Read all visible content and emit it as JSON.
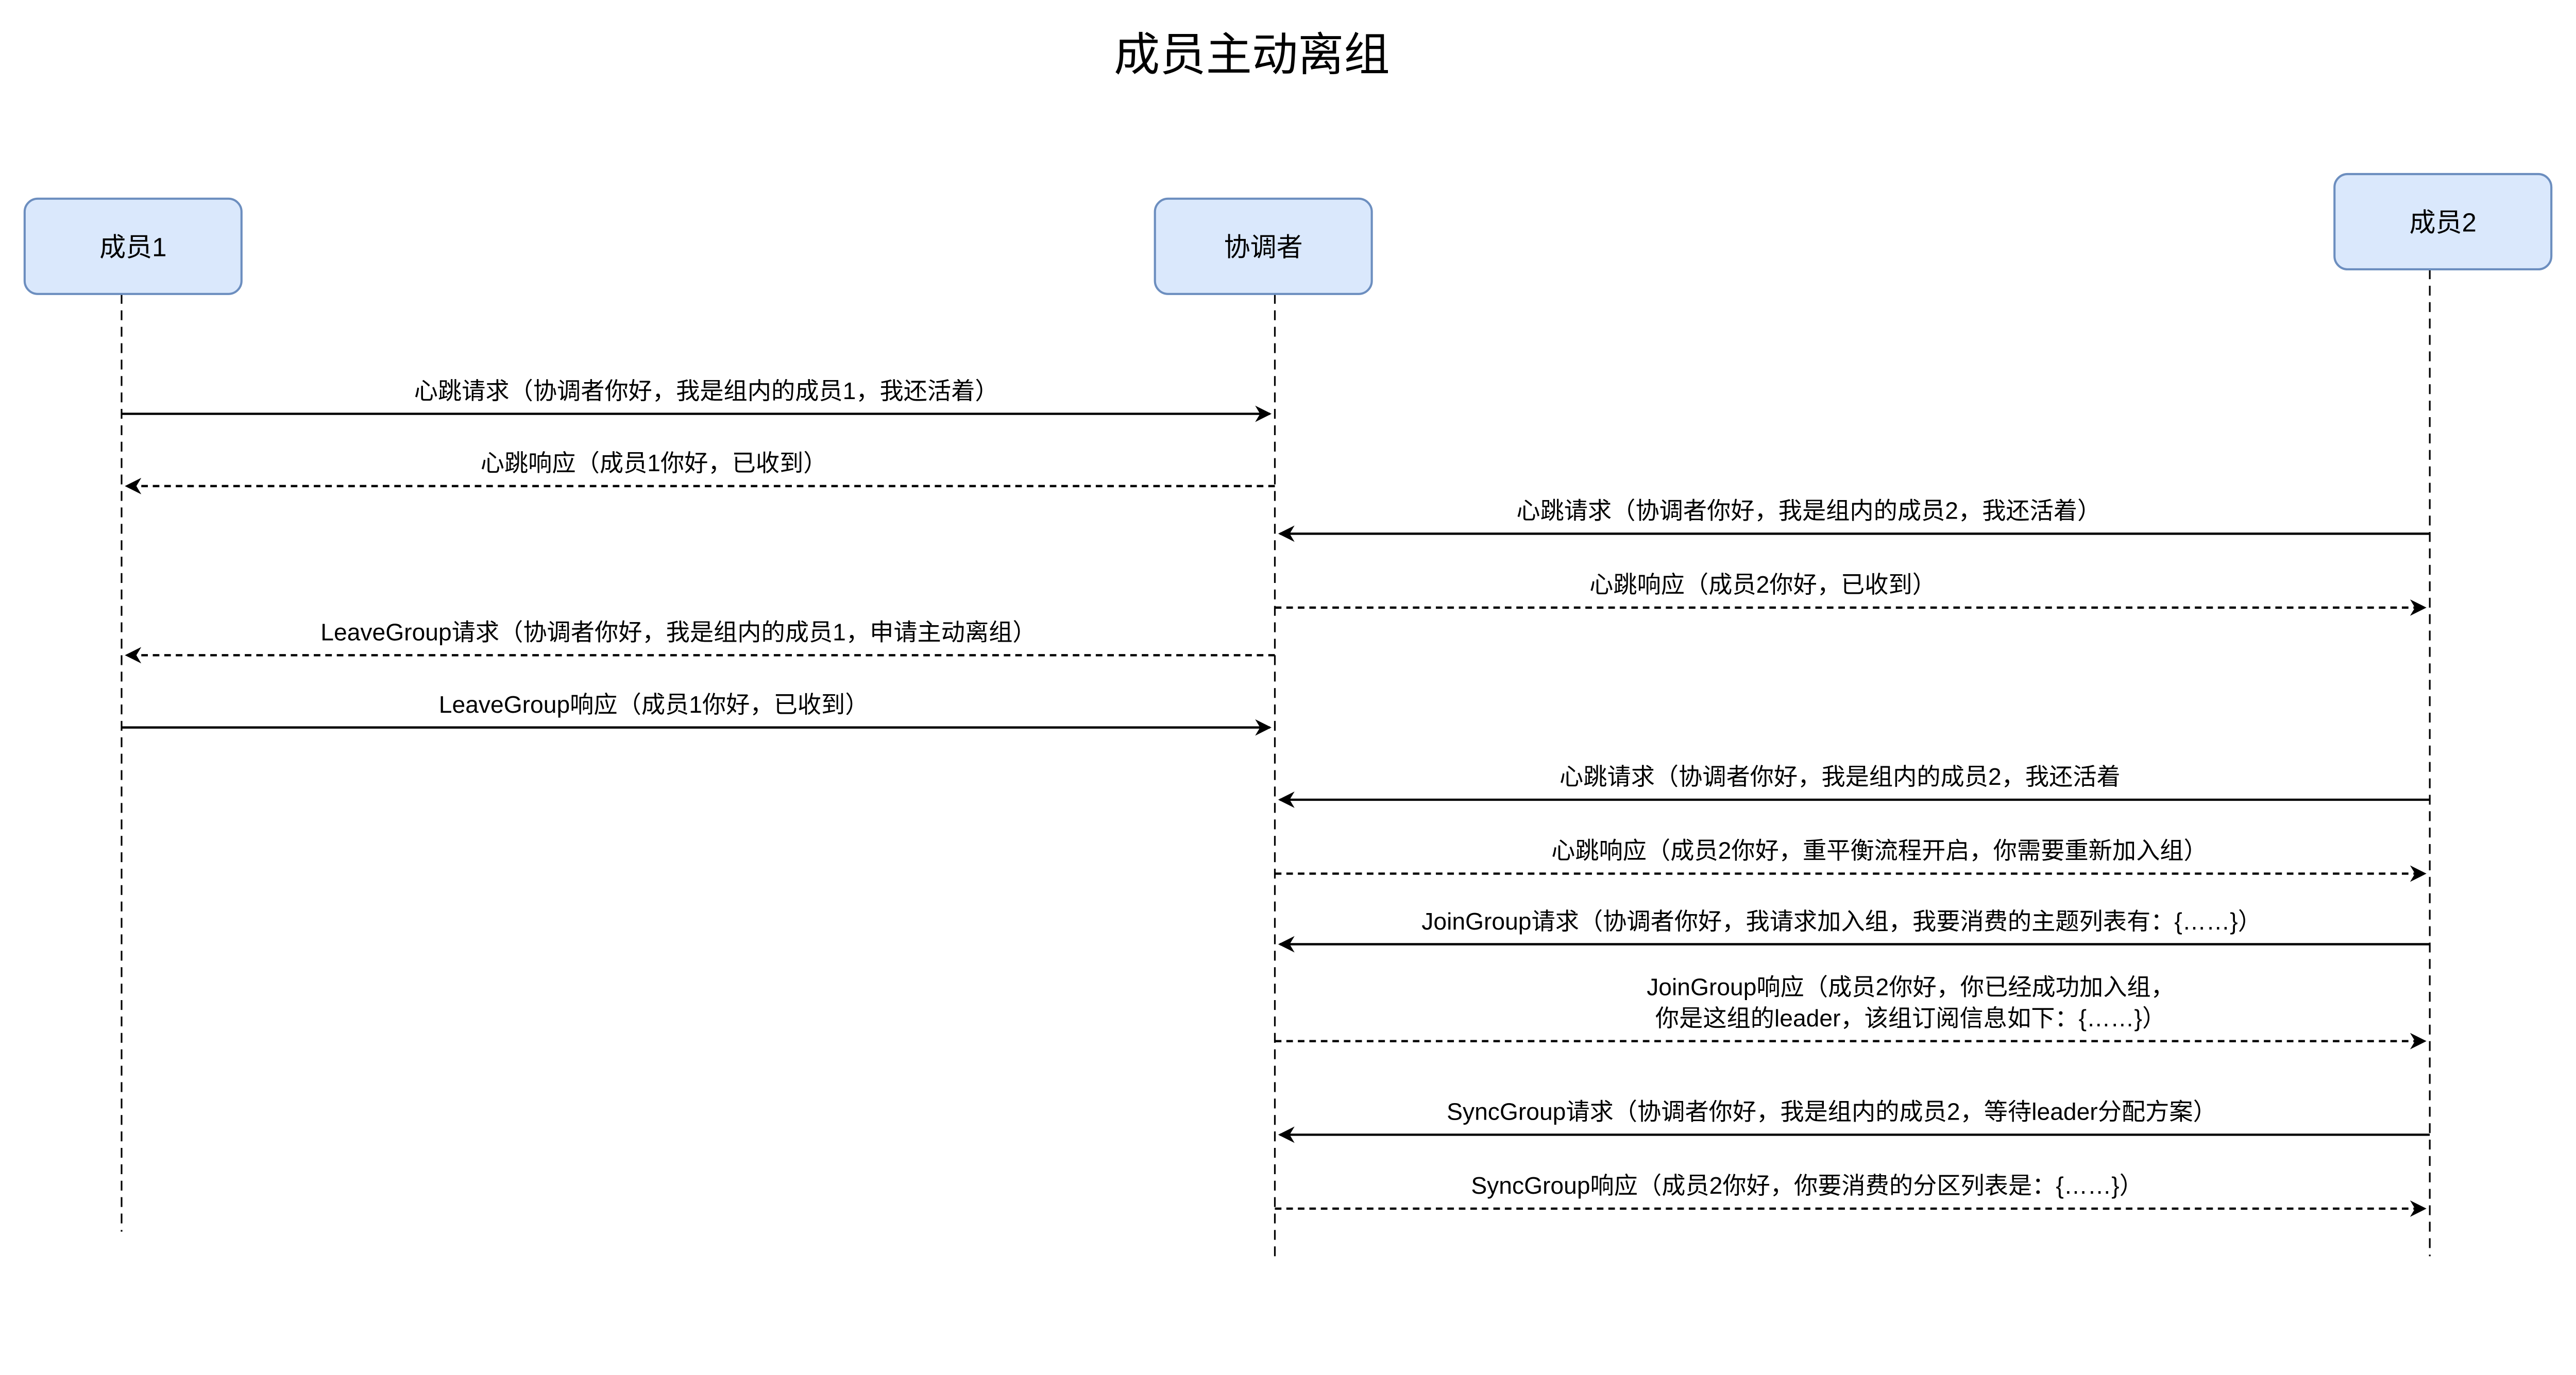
{
  "title": "成员主动离组",
  "colors": {
    "box_fill": "#dae8fc",
    "box_stroke": "#6c8ebf",
    "line": "#000000"
  },
  "participants": [
    {
      "id": "m1",
      "label": "成员1"
    },
    {
      "id": "co",
      "label": "协调者"
    },
    {
      "id": "m2",
      "label": "成员2"
    }
  ],
  "messages": [
    {
      "from": "m1",
      "to": "co",
      "style": "solid",
      "lines": [
        "心跳请求（协调者你好，我是组内的成员1，我还活着）"
      ]
    },
    {
      "from": "co",
      "to": "m1",
      "style": "dashed",
      "lines": [
        "心跳响应（成员1你好，已收到）"
      ]
    },
    {
      "from": "m2",
      "to": "co",
      "style": "solid",
      "lines": [
        "心跳请求（协调者你好，我是组内的成员2，我还活着）"
      ]
    },
    {
      "from": "co",
      "to": "m2",
      "style": "dashed",
      "lines": [
        "心跳响应（成员2你好，已收到）"
      ]
    },
    {
      "from": "co",
      "to": "m1",
      "style": "dashed",
      "lines": [
        "LeaveGroup请求（协调者你好，我是组内的成员1，申请主动离组）"
      ]
    },
    {
      "from": "m1",
      "to": "co",
      "style": "solid",
      "lines": [
        "LeaveGroup响应（成员1你好，已收到）"
      ]
    },
    {
      "from": "m2",
      "to": "co",
      "style": "solid",
      "lines": [
        "心跳请求（协调者你好，我是组内的成员2，我还活着"
      ]
    },
    {
      "from": "co",
      "to": "m2",
      "style": "dashed",
      "lines": [
        "心跳响应（成员2你好，重平衡流程开启，你需要重新加入组）"
      ]
    },
    {
      "from": "m2",
      "to": "co",
      "style": "solid",
      "lines": [
        "JoinGroup请求（协调者你好，我请求加入组，我要消费的主题列表有：{……}）"
      ]
    },
    {
      "from": "co",
      "to": "m2",
      "style": "dashed",
      "lines": [
        "JoinGroup响应（成员2你好，你已经成功加入组，",
        "你是这组的leader，该组订阅信息如下：{……}）"
      ]
    },
    {
      "from": "m2",
      "to": "co",
      "style": "solid",
      "lines": [
        "SyncGroup请求（协调者你好，我是组内的成员2，等待leader分配方案）"
      ]
    },
    {
      "from": "co",
      "to": "m2",
      "style": "dashed",
      "lines": [
        "SyncGroup响应（成员2你好，你要消费的分区列表是：{……}）"
      ]
    }
  ]
}
